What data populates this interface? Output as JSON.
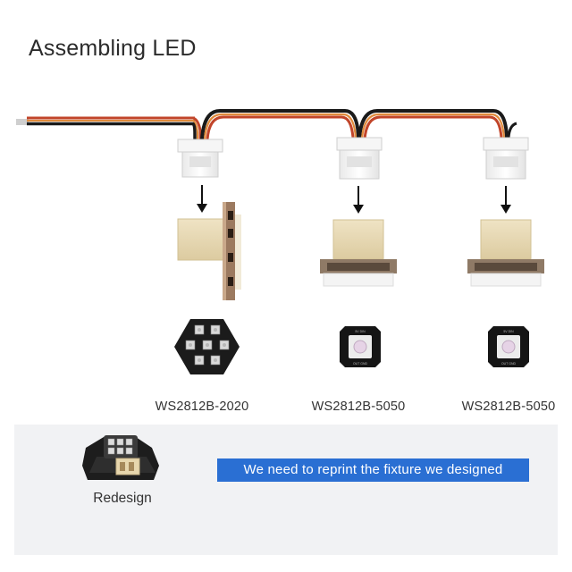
{
  "title": "Assembling LED",
  "chips": [
    {
      "label": "WS2812B-2020",
      "type": "hexagon-cluster"
    },
    {
      "label": "WS2812B-5050",
      "type": "square"
    },
    {
      "label": "WS2812B-5050",
      "type": "square"
    }
  ],
  "chip_pin_text": {
    "top": "5V  DIN",
    "bottom": "OUT  GND"
  },
  "redesign": {
    "label": "Redesign",
    "banner": "We need to reprint the fixture we designed"
  },
  "icons": [
    "down-arrow-icon",
    "down-arrow-icon",
    "down-arrow-icon"
  ],
  "colors": {
    "banner": "#2a6fd3",
    "panel": "#f1f2f4",
    "wire_red": "#c1452a",
    "wire_orange": "#e08a3a",
    "wire_black": "#1a1a1a",
    "connector_body": "#e7d9b6",
    "connector_white": "#f4f4f4"
  }
}
